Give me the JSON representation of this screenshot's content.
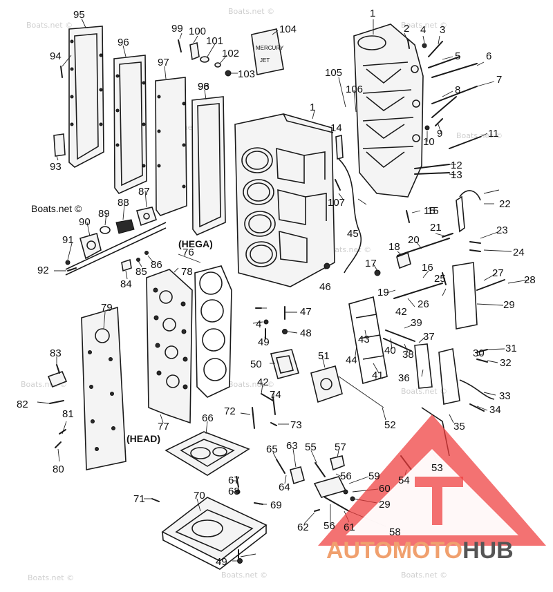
{
  "diagram": {
    "callouts": [
      "1",
      "2",
      "3",
      "4",
      "5",
      "6",
      "7",
      "8",
      "9",
      "10",
      "11",
      "12",
      "13",
      "14",
      "15",
      "16",
      "17",
      "18",
      "19",
      "20",
      "21",
      "22",
      "23",
      "24",
      "25",
      "26",
      "27",
      "28",
      "29",
      "30",
      "31",
      "32",
      "33",
      "34",
      "35",
      "36",
      "37",
      "38",
      "39",
      "40",
      "41",
      "42",
      "43",
      "44",
      "45",
      "46",
      "47",
      "48",
      "49",
      "50",
      "51",
      "52",
      "53",
      "54",
      "55",
      "56",
      "57",
      "58",
      "59",
      "60",
      "61",
      "62",
      "63",
      "64",
      "65",
      "66",
      "67",
      "68",
      "69",
      "70",
      "71",
      "72",
      "73",
      "74",
      "76",
      "77",
      "78",
      "79",
      "80",
      "81",
      "82",
      "83",
      "84",
      "85",
      "86",
      "87",
      "88",
      "89",
      "90",
      "91",
      "92",
      "93",
      "94",
      "95",
      "96",
      "97",
      "98",
      "99",
      "100",
      "101",
      "102",
      "103",
      "104",
      "105",
      "106",
      "107"
    ],
    "extra_callouts": [
      "1",
      "96",
      "4",
      "15",
      "42",
      "49",
      "56",
      "29"
    ],
    "tags": {
      "hega": "(HEGA)",
      "head": "(HEAD)"
    },
    "decal_text": [
      "MERCURY",
      "JET"
    ],
    "watermark": "Boats.net ©",
    "brand": {
      "part1": "AUTOMOTO",
      "part2": "HUB",
      "color1": "#f0a06e",
      "color2": "#555555",
      "logo_color": "#ef3b3b"
    }
  }
}
